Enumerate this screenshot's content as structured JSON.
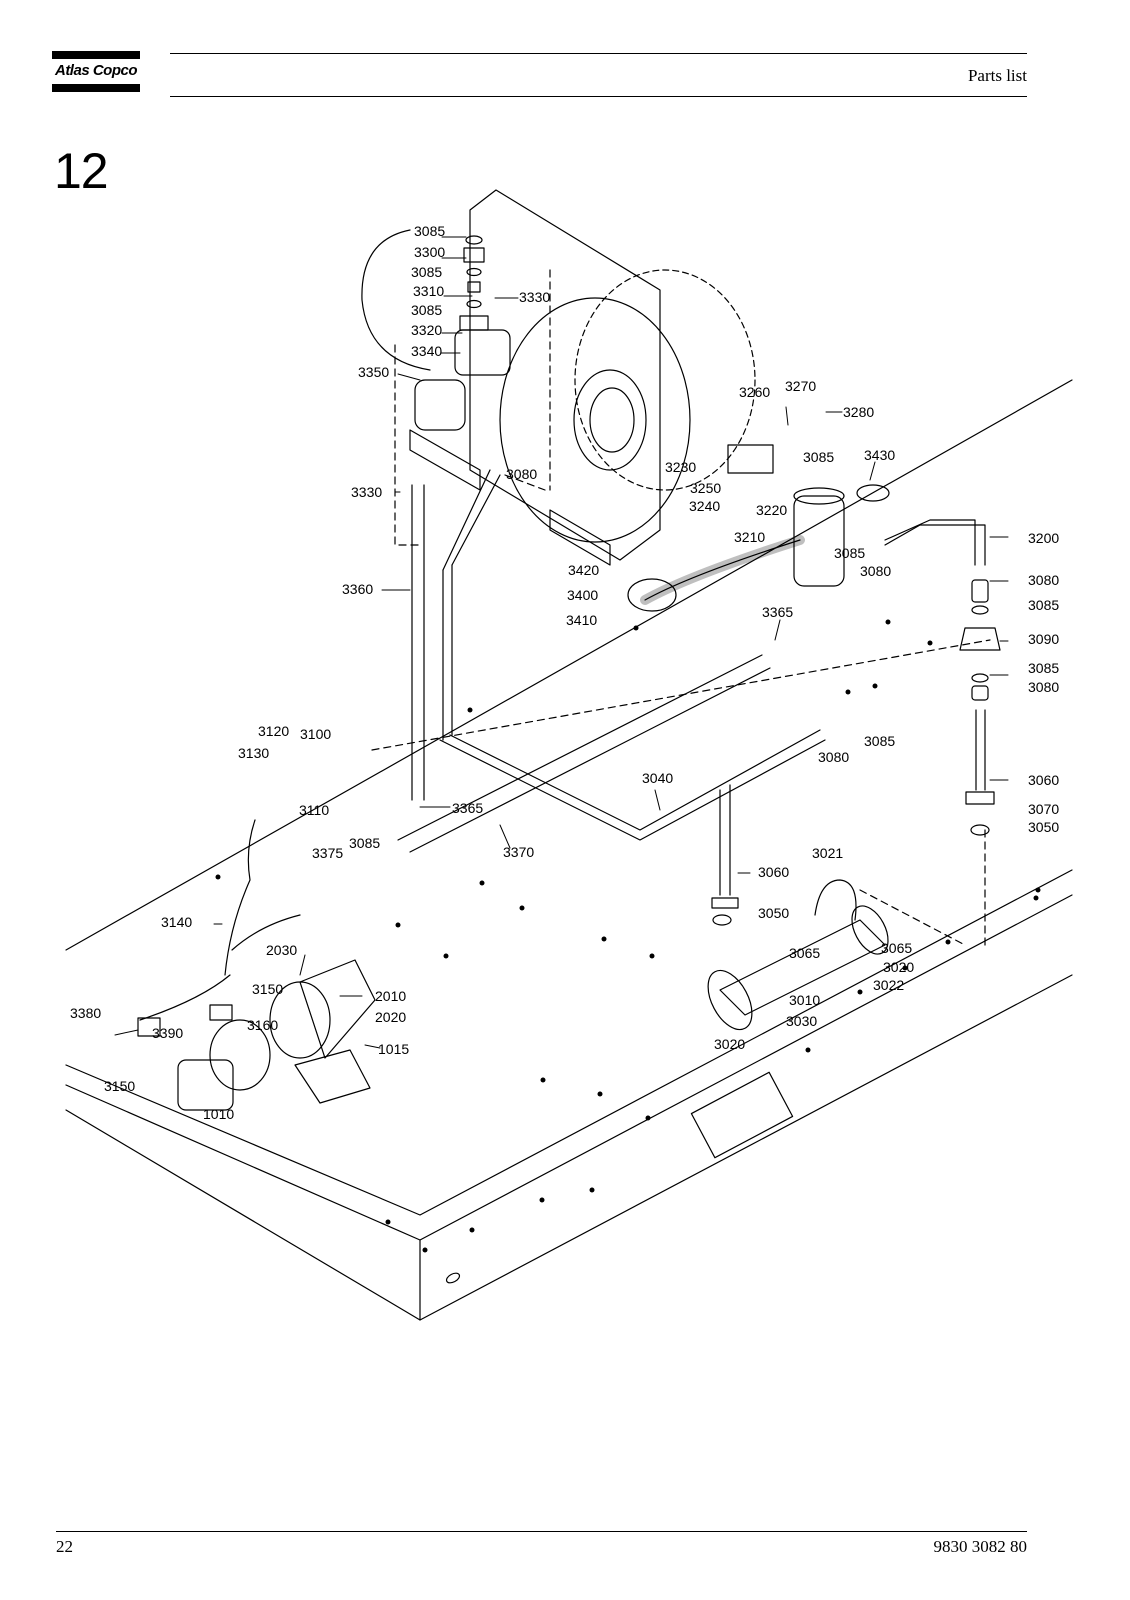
{
  "header": {
    "logo_text": "Atlas Copco",
    "title": "Parts list"
  },
  "section": {
    "number": "12"
  },
  "diagram": {
    "callouts": [
      {
        "id": "c1",
        "label": "3085"
      },
      {
        "id": "c2",
        "label": "3300"
      },
      {
        "id": "c3",
        "label": "3085"
      },
      {
        "id": "c4",
        "label": "3310"
      },
      {
        "id": "c5",
        "label": "3085"
      },
      {
        "id": "c6",
        "label": "3330"
      },
      {
        "id": "c7",
        "label": "3320"
      },
      {
        "id": "c8",
        "label": "3340"
      },
      {
        "id": "c9",
        "label": "3350"
      },
      {
        "id": "c10",
        "label": "3260"
      },
      {
        "id": "c11",
        "label": "3270"
      },
      {
        "id": "c12",
        "label": "3280"
      },
      {
        "id": "c13",
        "label": "3085"
      },
      {
        "id": "c14",
        "label": "3430"
      },
      {
        "id": "c15",
        "label": "3230"
      },
      {
        "id": "c16",
        "label": "3250"
      },
      {
        "id": "c17",
        "label": "3240"
      },
      {
        "id": "c18",
        "label": "3220"
      },
      {
        "id": "c19",
        "label": "3080"
      },
      {
        "id": "c20",
        "label": "3330"
      },
      {
        "id": "c21",
        "label": "3210"
      },
      {
        "id": "c22",
        "label": "3200"
      },
      {
        "id": "c23",
        "label": "3085"
      },
      {
        "id": "c24",
        "label": "3080"
      },
      {
        "id": "c25",
        "label": "3420"
      },
      {
        "id": "c26",
        "label": "3360"
      },
      {
        "id": "c27",
        "label": "3400"
      },
      {
        "id": "c28",
        "label": "3410"
      },
      {
        "id": "c29",
        "label": "3080"
      },
      {
        "id": "c30",
        "label": "3085"
      },
      {
        "id": "c31",
        "label": "3365"
      },
      {
        "id": "c32",
        "label": "3090"
      },
      {
        "id": "c33",
        "label": "3085"
      },
      {
        "id": "c34",
        "label": "3080"
      },
      {
        "id": "c35",
        "label": "3120"
      },
      {
        "id": "c36",
        "label": "3100"
      },
      {
        "id": "c37",
        "label": "3130"
      },
      {
        "id": "c38",
        "label": "3085"
      },
      {
        "id": "c39",
        "label": "3080"
      },
      {
        "id": "c40",
        "label": "3040"
      },
      {
        "id": "c41",
        "label": "3060"
      },
      {
        "id": "c42",
        "label": "3110"
      },
      {
        "id": "c43",
        "label": "3365"
      },
      {
        "id": "c44",
        "label": "3070"
      },
      {
        "id": "c45",
        "label": "3050"
      },
      {
        "id": "c46",
        "label": "3085"
      },
      {
        "id": "c47",
        "label": "3375"
      },
      {
        "id": "c48",
        "label": "3370"
      },
      {
        "id": "c49",
        "label": "3021"
      },
      {
        "id": "c50",
        "label": "3060"
      },
      {
        "id": "c51",
        "label": "3140"
      },
      {
        "id": "c52",
        "label": "3050"
      },
      {
        "id": "c53",
        "label": "2030"
      },
      {
        "id": "c54",
        "label": "3065"
      },
      {
        "id": "c55",
        "label": "3065"
      },
      {
        "id": "c56",
        "label": "3020"
      },
      {
        "id": "c57",
        "label": "3150"
      },
      {
        "id": "c58",
        "label": "2010"
      },
      {
        "id": "c59",
        "label": "3022"
      },
      {
        "id": "c60",
        "label": "3380"
      },
      {
        "id": "c61",
        "label": "2020"
      },
      {
        "id": "c62",
        "label": "3010"
      },
      {
        "id": "c63",
        "label": "3390"
      },
      {
        "id": "c64",
        "label": "3160"
      },
      {
        "id": "c65",
        "label": "1015"
      },
      {
        "id": "c66",
        "label": "3030"
      },
      {
        "id": "c67",
        "label": "3020"
      },
      {
        "id": "c68",
        "label": "3150"
      },
      {
        "id": "c69",
        "label": "1010"
      }
    ]
  },
  "footer": {
    "page_number": "22",
    "document_number": "9830 3082 80"
  }
}
